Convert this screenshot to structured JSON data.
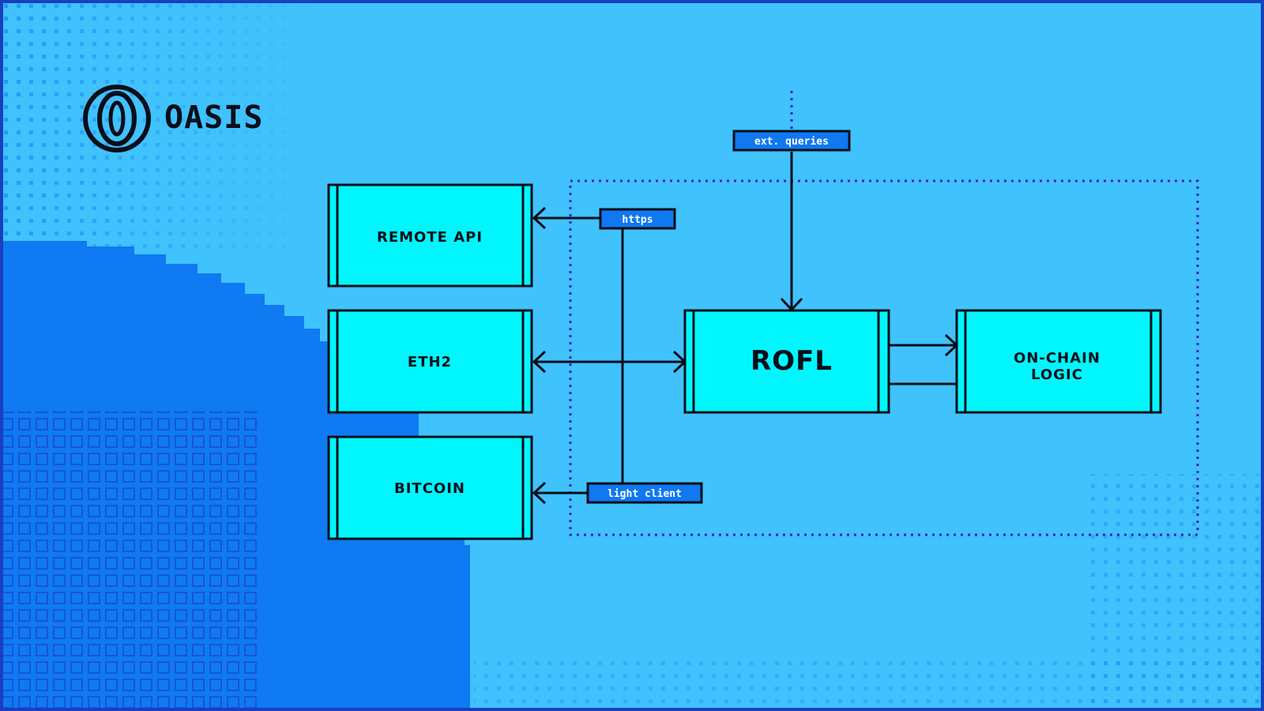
{
  "brand": {
    "logo_text": "OASIS"
  },
  "colors": {
    "background": "#40c2fc",
    "deep_blue": "#0f7af2",
    "node_fill": "#00f6fc",
    "tag_fill": "#1078f0",
    "ink": "#0a0e1a",
    "dotted_border": "#3a1fc8"
  },
  "nodes": {
    "remote_api": "REMOTE API",
    "eth2": "ETH2",
    "bitcoin": "BITCOIN",
    "rofl": "ROFL",
    "on_chain_line1": "ON-CHAIN",
    "on_chain_line2": "LOGIC"
  },
  "tags": {
    "ext_queries": "ext. queries",
    "https": "https",
    "light_client": "light client"
  }
}
